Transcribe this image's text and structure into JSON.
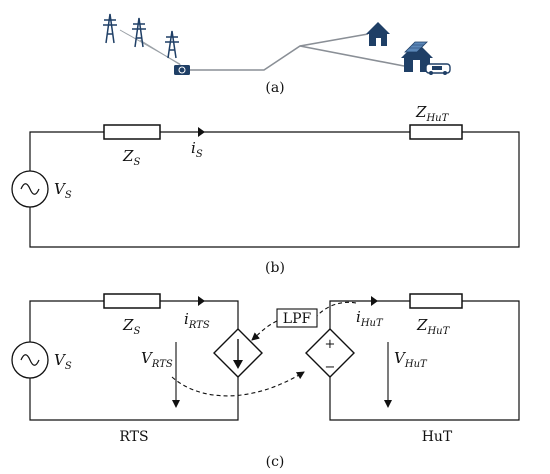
{
  "panel_a": {
    "caption": "(a)",
    "colors": {
      "icon_blue": "#1f3f66",
      "line_grey": "#8a8f96"
    },
    "icons": [
      "transmission-tower-icon",
      "transformer-icon",
      "house-icon",
      "house-with-solar-panels-icon",
      "electric-vehicle-icon"
    ]
  },
  "panel_b": {
    "caption": "(b)",
    "source_label": "V",
    "source_sub": "S",
    "impedance_s_label": "Z",
    "impedance_s_sub": "S",
    "current_label": "i",
    "current_sub": "S",
    "impedance_hut_label": "Z",
    "impedance_hut_sub": "HuT"
  },
  "panel_c": {
    "caption": "(c)",
    "rts": {
      "name": "RTS",
      "source_label": "V",
      "source_sub": "S",
      "impedance_label": "Z",
      "impedance_sub": "S",
      "current_label": "i",
      "current_sub": "RTS",
      "voltage_label": "V",
      "voltage_sub": "RTS"
    },
    "hut": {
      "name": "HuT",
      "impedance_label": "Z",
      "impedance_sub": "HuT",
      "current_label": "i",
      "current_sub": "HuT",
      "voltage_label": "V",
      "voltage_sub": "HuT",
      "plus_sign": "+",
      "minus_sign": "−"
    },
    "filter_label": "LPF"
  }
}
